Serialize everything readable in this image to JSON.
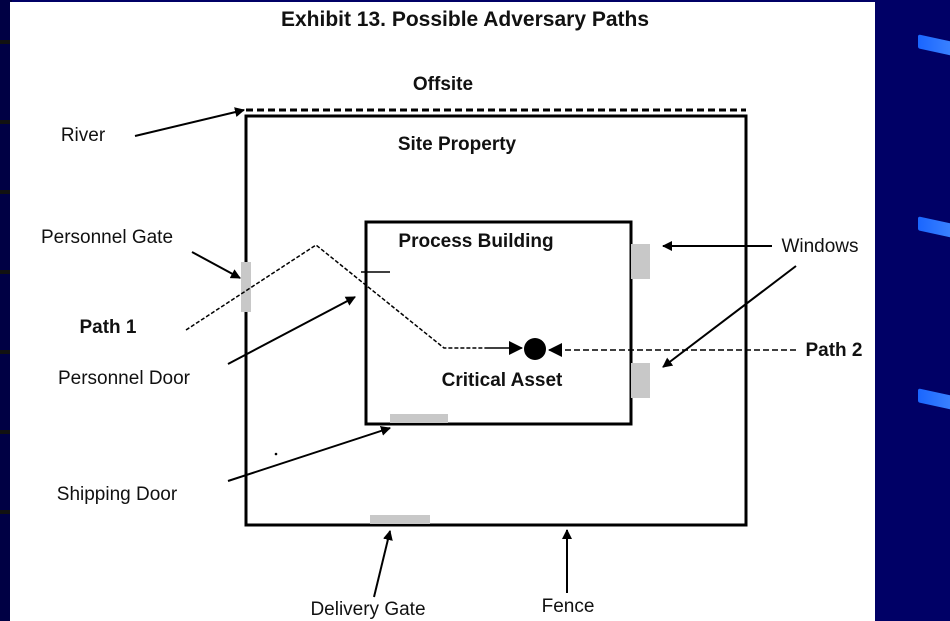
{
  "title": "Exhibit 13.  Possible Adversary Paths",
  "labels": {
    "offsite": "Offsite",
    "river": "River",
    "site_property": "Site Property",
    "personnel_gate": "Personnel Gate",
    "process_building": "Process Building",
    "windows": "Windows",
    "path1": "Path 1",
    "path2": "Path 2",
    "personnel_door": "Personnel Door",
    "critical_asset": "Critical Asset",
    "shipping_door": "Shipping Door",
    "delivery_gate": "Delivery Gate",
    "fence": "Fence"
  }
}
